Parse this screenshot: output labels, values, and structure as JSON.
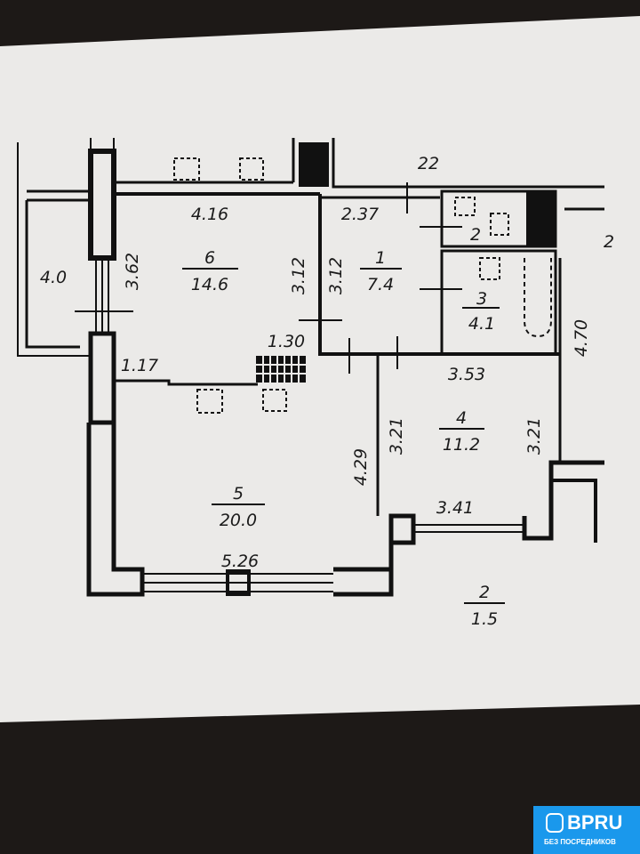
{
  "plan": {
    "rooms": [
      {
        "number": "6",
        "area": "14.6"
      },
      {
        "number": "1",
        "area": "7.4"
      },
      {
        "number": "2",
        "area": ""
      },
      {
        "number": "3",
        "area": "4.1"
      },
      {
        "number": "4",
        "area": "11.2"
      },
      {
        "number": "5",
        "area": "20.0"
      },
      {
        "number": "2",
        "area": "1.5"
      }
    ],
    "dimensions": {
      "d416": "4.16",
      "d362": "3.62",
      "d40": "4.0",
      "d312a": "3.12",
      "d312b": "3.12",
      "d237": "2.37",
      "d22": "22",
      "d470": "4.70",
      "d130": "1.30",
      "d117": "1.17",
      "d353": "3.53",
      "d321a": "3.21",
      "d321b": "3.21",
      "d429": "4.29",
      "d341": "3.41",
      "d526": "5.26",
      "edge2": "2"
    }
  },
  "watermark": {
    "brand": "BPRU",
    "tagline": "БЕЗ ПОСРЕДНИКОВ",
    "color": "#1a98ec"
  }
}
